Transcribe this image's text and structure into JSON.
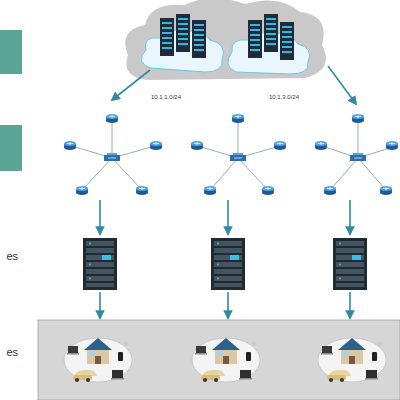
{
  "diagram": {
    "nodes": [
      {
        "text": [
          "es"
        ]
      },
      {
        "text": [
          "es"
        ]
      }
    ],
    "labels": [
      "10.1.1.0/24",
      "10.1.3.0/24"
    ]
  }
}
